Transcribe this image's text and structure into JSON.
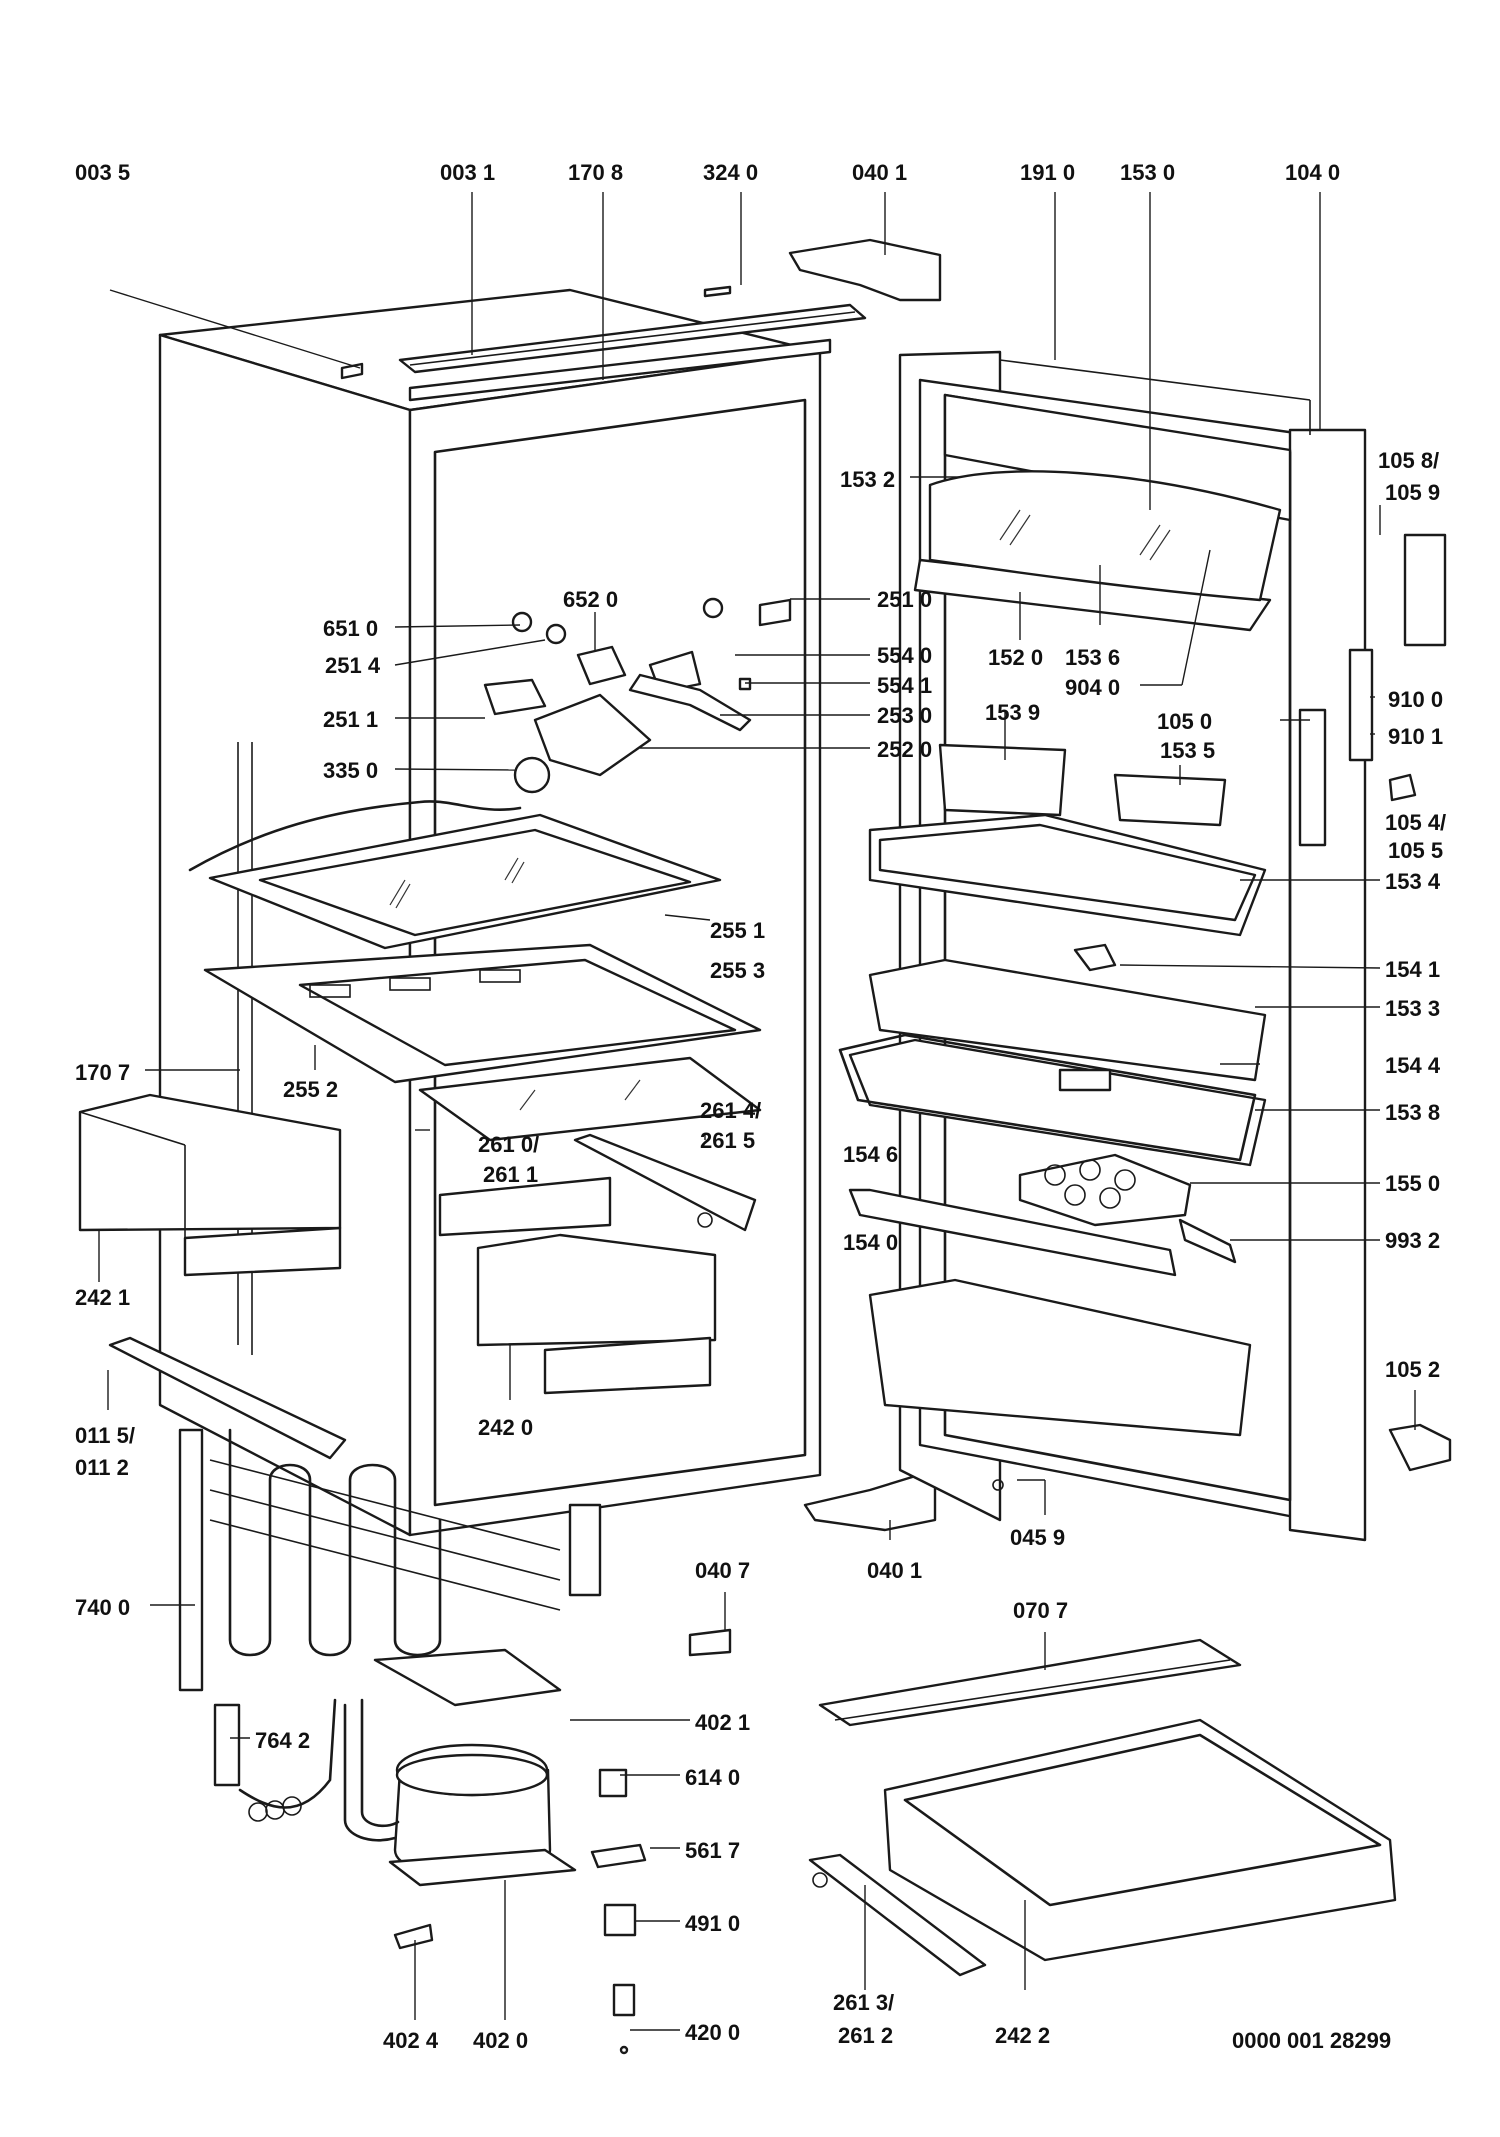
{
  "labels": [
    "003 5",
    "003 1",
    "170 8",
    "324 0",
    "040 1",
    "191 0",
    "153 0",
    "104 0",
    "105 8/",
    "105 9",
    "153 2",
    "651 0",
    "652 0",
    "251 0",
    "251 4",
    "554 0",
    "554 1",
    "251 1",
    "253 0",
    "252 0",
    "335 0",
    "152 0",
    "153 6",
    "904 0",
    "153 9",
    "105 0",
    "153 5",
    "910 0",
    "910 1",
    "105 4/",
    "105 5",
    "153 4",
    "255 1",
    "255 3",
    "154 1",
    "153 3",
    "170 7",
    "255 2",
    "154 4",
    "153 8",
    "261 4/",
    "261 5",
    "261 0/",
    "261 1",
    "154 6",
    "155 0",
    "154 0",
    "993 2",
    "242 1",
    "242 0",
    "105 2",
    "011 5/",
    "011 2",
    "040 1",
    "045 9",
    "040 7",
    "070 7",
    "740 0",
    "402 1",
    "764 2",
    "614 0",
    "561 7",
    "491 0",
    "261 3/",
    "261 2",
    "242 2",
    "402 4",
    "402 0",
    "420 0",
    "0000 001 28299"
  ]
}
